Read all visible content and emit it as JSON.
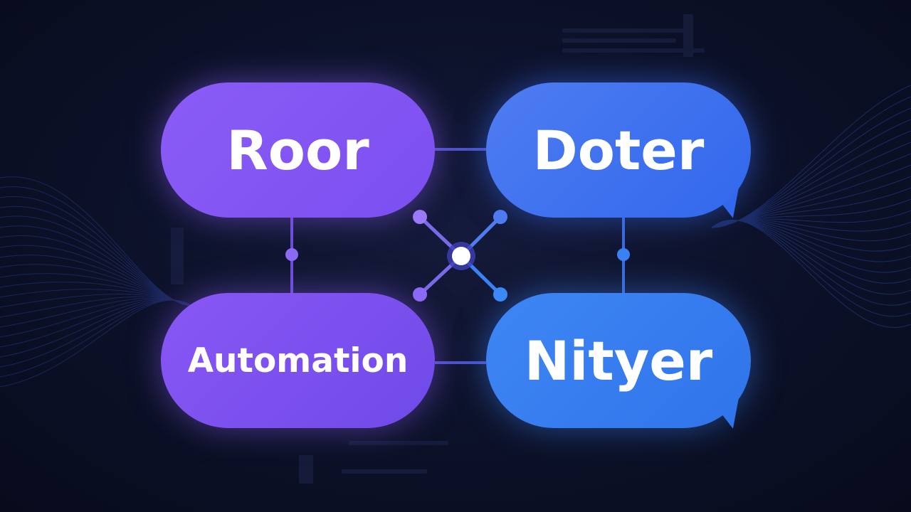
{
  "nodes": {
    "top_left": "Roor",
    "bottom_left": "Automation",
    "top_right": "Doter",
    "bottom_right": "Nityer"
  },
  "colors": {
    "background": "#0c1128",
    "purple": "#8b5cf6",
    "blue": "#3b82f6",
    "connector_purple": "#8b6cf6",
    "connector_blue": "#3b82f6",
    "hub": "#ffffff"
  },
  "icons": [
    "hub-icon",
    "wave-lines-decoration"
  ]
}
